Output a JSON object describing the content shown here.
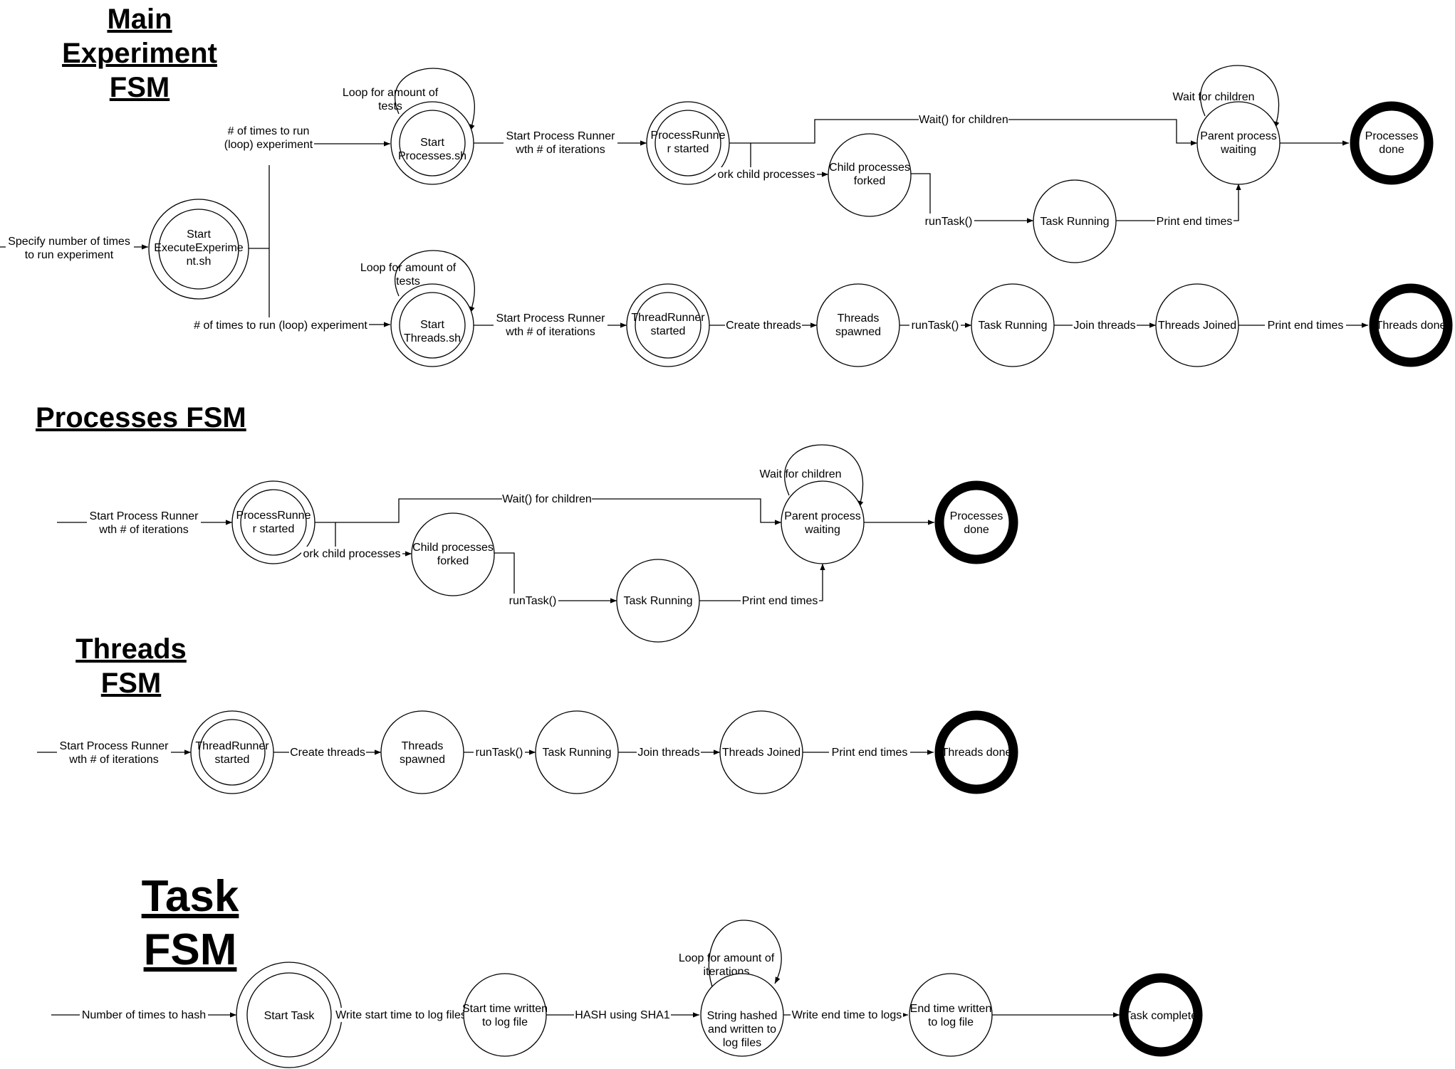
{
  "titles": {
    "main": [
      "Main",
      "Experiment",
      "FSM"
    ],
    "processes": "Processes FSM",
    "threads": [
      "Threads",
      "FSM"
    ],
    "task": [
      "Task",
      "FSM"
    ]
  },
  "main_fsm": {
    "input": [
      "Specify number of times",
      "to run experiment"
    ],
    "start": [
      "Start",
      "ExecuteExperime",
      "nt.sh"
    ],
    "loop_upper": [
      "# of times to run",
      "(loop) experiment"
    ],
    "loop_lower": "# of times to run (loop) experiment",
    "start_processes": [
      "Start",
      "Processes.sh"
    ],
    "start_threads": [
      "Start",
      "Threads.sh"
    ],
    "loop_tests": [
      "Loop for amount of",
      "tests"
    ],
    "start_runner": [
      "Start Process Runner",
      "wth # of iterations"
    ],
    "process_runner": [
      "ProcessRunne",
      "r started"
    ],
    "wait_children": "Wait() for children",
    "fork": "ork child processes",
    "child_forked": [
      "Child processes",
      "forked"
    ],
    "run_task": "runTask()",
    "task_running": "Task Running",
    "print_end": "Print end times",
    "wait_for_children": "Wait for children",
    "parent_waiting": [
      "Parent process",
      "waiting"
    ],
    "processes_done": [
      "Processes",
      "done"
    ],
    "thread_runner": [
      "ThreadRunner",
      "started"
    ],
    "create_threads": "Create threads",
    "threads_spawned": [
      "Threads",
      "spawned"
    ],
    "join_threads": "Join threads",
    "threads_joined": "Threads Joined",
    "threads_done": "Threads done"
  },
  "task_fsm": {
    "input": "Number of times to hash",
    "start": "Start Task",
    "write_start": "Write start time to log files",
    "start_written": [
      "Start time written",
      "to log file"
    ],
    "hash": "HASH using SHA1",
    "loop": [
      "Loop for amount of",
      "iterations"
    ],
    "hashed": [
      "String hashed",
      "and written to",
      "log files"
    ],
    "write_end": "Write end time to logs",
    "end_written": [
      "End time written",
      "to log file"
    ],
    "complete": "Task complete"
  }
}
